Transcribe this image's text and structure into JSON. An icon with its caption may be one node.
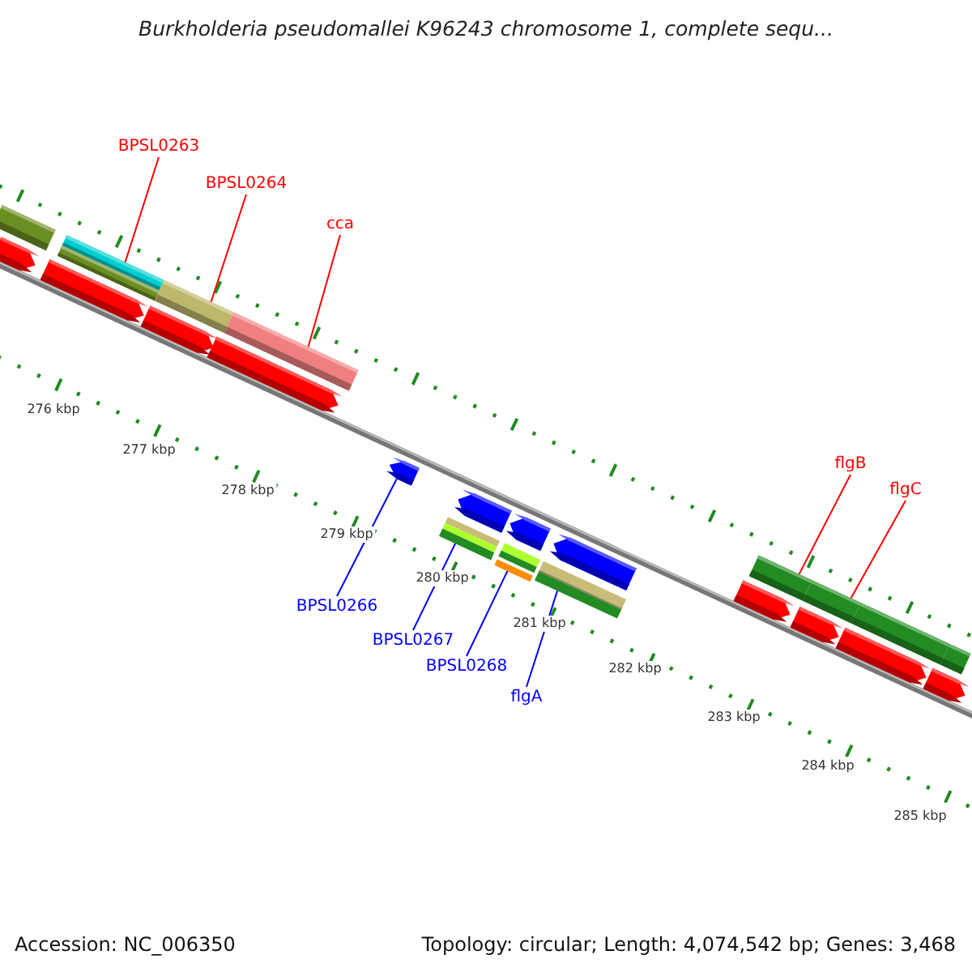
{
  "diagram": {
    "title": "Burkholderia pseudomallei K96243 chromosome 1, complete sequ...",
    "nodes": [
      {
        "text": [
          "BPSL0263"
        ]
      },
      {
        "text": [
          "BPSL0264"
        ]
      },
      {
        "text": [
          "cca"
        ]
      },
      {
        "text": [
          "flgB"
        ]
      },
      {
        "text": [
          "flgC"
        ]
      },
      {
        "text": [
          "BPSL0266"
        ]
      },
      {
        "text": [
          "BPSL0267"
        ]
      },
      {
        "text": [
          "BPSL0268"
        ]
      },
      {
        "text": [
          "flgA"
        ]
      },
      {
        "text": [],
        "shape": "box"
      },
      {
        "text": [],
        "shape": "box"
      },
      {
        "text": [],
        "shape": "box"
      },
      {
        "text": [],
        "shape": "box"
      },
      {
        "text": [],
        "shape": "box"
      },
      {
        "text": [],
        "shape": "arrow"
      },
      {
        "text": [],
        "shape": "box"
      },
      {
        "text": [],
        "shape": "box"
      },
      {
        "text": [],
        "shape": "box"
      },
      {
        "text": [],
        "shape": "box"
      },
      {
        "text": [],
        "shape": "arrow"
      },
      {
        "text": [],
        "shape": "arrow"
      },
      {
        "text": [],
        "shape": "arrow"
      },
      {
        "text": [],
        "shape": "arrow"
      },
      {
        "text": [],
        "shape": "box"
      },
      {
        "text": [],
        "shape": "box"
      },
      {
        "text": [],
        "shape": "arrow"
      },
      {
        "text": [],
        "shape": "arrow"
      },
      {
        "text": [],
        "shape": "arrow"
      },
      {
        "text": [],
        "shape": "arrow"
      },
      {
        "text": [],
        "shape": "arrow"
      },
      {
        "text": [],
        "shape": "arrow"
      },
      {
        "text": [],
        "shape": "arrow"
      }
    ],
    "edges": [
      {
        "from": 0,
        "to": 9,
        "arrow": "none"
      },
      {
        "from": 1,
        "to": 10,
        "arrow": "none"
      },
      {
        "from": 2,
        "to": 11,
        "arrow": "none"
      },
      {
        "from": 3,
        "to": 12,
        "arrow": "none"
      },
      {
        "from": 4,
        "to": 13,
        "arrow": "none"
      },
      {
        "from": 5,
        "to": 14,
        "arrow": "none",
        "color": "#0000ff"
      },
      {
        "from": 6,
        "to": 15,
        "arrow": "none",
        "color": "#0000ff"
      },
      {
        "from": 7,
        "to": 16,
        "arrow": "none",
        "color": "#0000ff"
      },
      {
        "from": 8,
        "to": 17,
        "arrow": "none",
        "color": "#0000ff"
      }
    ],
    "labels": [
      "276 kbp",
      "277 kbp",
      "278 kbp",
      "279 kbp",
      "280 kbp",
      "281 kbp",
      "282 kbp",
      "283 kbp",
      "284 kbp",
      "285 kbp",
      "Accession: NC_006350",
      "Topology: circular; Length: 4,074,542 bp; Genes: 3,468"
    ]
  }
}
